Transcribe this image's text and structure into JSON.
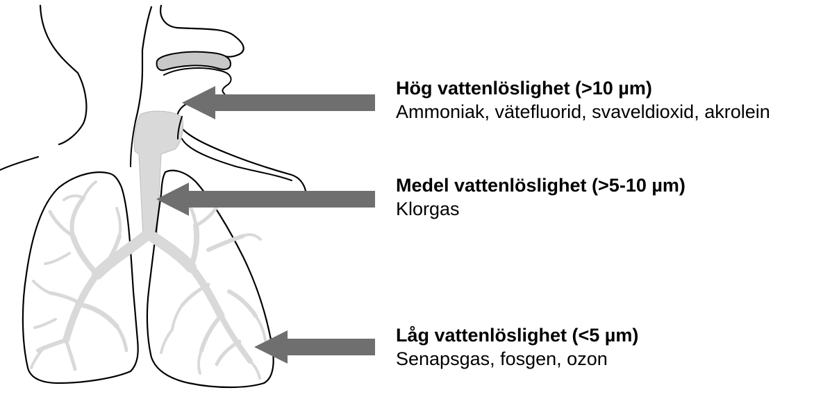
{
  "labels": {
    "high": {
      "title": "Hög vattenlöslighet (>10 µm)",
      "examples": "Ammoniak, vätefluorid, svaveldioxid, akrolein"
    },
    "medium": {
      "title": "Medel vattenlöslighet (>5-10 µm)",
      "examples": "Klorgas"
    },
    "low": {
      "title": "Låg vattenlöslighet (<5 µm)",
      "examples": "Senapsgas, fosgen, ozon"
    }
  },
  "colors": {
    "outline": "#000000",
    "airway_fill": "#d9d9d9",
    "cavity_fill": "#c8c8c8",
    "arrow": "#6f6f6f"
  }
}
